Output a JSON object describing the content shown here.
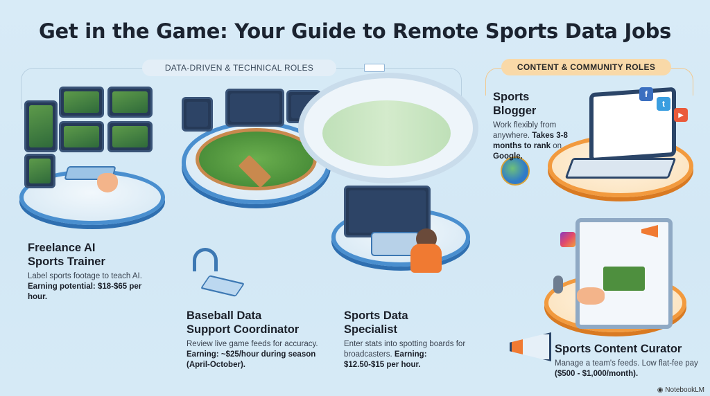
{
  "title": "Get in the Game: Your Guide to Remote Sports Data Jobs",
  "sections": {
    "technical": {
      "label": "DATA-DRIVEN & TECHNICAL ROLES",
      "color": "#e3eef7"
    },
    "content": {
      "label": "CONTENT & COMMUNITY ROLES",
      "color": "#f9d9a8"
    }
  },
  "roles": [
    {
      "title_line1": "Freelance AI",
      "title_line2": "Sports Trainer",
      "text": "Label sports footage to teach AI.",
      "bold": "Earning potential: $18-$65 per hour."
    },
    {
      "title_line1": "Baseball Data",
      "title_line2": "Support Coordinator",
      "text": "Review live game feeds for accuracy.",
      "bold": "Earning: ~$25/hour during season (April-October)."
    },
    {
      "title_line1": "Sports Data",
      "title_line2": "Specialist",
      "text": "Enter stats into spotting boards for broadcasters.",
      "bold": "Earning: $12.50-$15 per hour."
    },
    {
      "title_line1": "Sports Blogger",
      "text": "Work flexibly from anywhere.",
      "bold": "Takes 3-8 months to rank",
      "text2": "on",
      "bold2": "Google."
    },
    {
      "title_line1": "Sports Content Curator",
      "text": "Manage a team's feeds. Low flat-fee pay",
      "bold": "($500 - $1,000/month)."
    }
  ],
  "icons": [
    "headset-icon",
    "keyboard-icon",
    "globe-icon",
    "megaphone-icon",
    "microphone-icon",
    "facebook-icon",
    "twitter-icon",
    "youtube-icon",
    "instagram-icon"
  ],
  "social": {
    "facebook": "f",
    "twitter": "t",
    "youtube": "▶"
  },
  "watermark": "NotebookLM"
}
